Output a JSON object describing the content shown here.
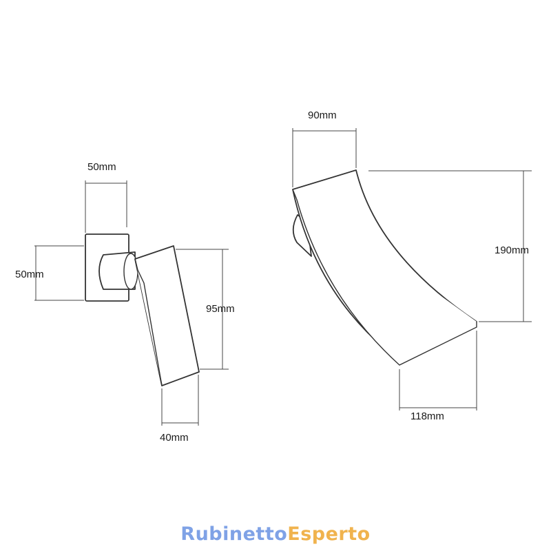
{
  "dimensions": {
    "mixer_plate_width": "50mm",
    "mixer_plate_height": "50mm",
    "mixer_handle_height": "95mm",
    "mixer_handle_bottom": "40mm",
    "spout_top_width": "90mm",
    "spout_height": "190mm",
    "spout_bottom_width": "118mm"
  },
  "logo": {
    "part1": "Rubinetto",
    "part2": "Esperto",
    "color1": "#7fa2e6",
    "color2": "#f0b34e"
  }
}
